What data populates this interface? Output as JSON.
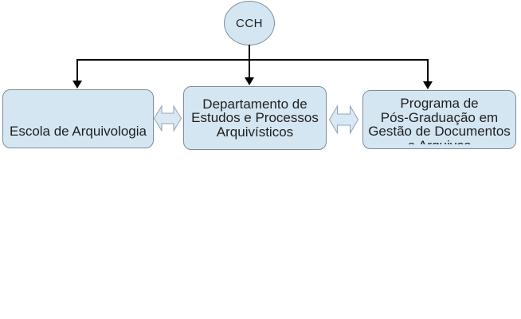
{
  "diagram": {
    "type": "org-chart",
    "root": {
      "label": "CCH"
    },
    "boxes": [
      {
        "name": "escola-de-arquivologia",
        "lines": [
          "Escola de Arquivologia"
        ]
      },
      {
        "name": "departamento-estudos-processos-arquivisticos",
        "lines": [
          "Departamento de",
          "Estudos e Processos",
          "Arquivísticos"
        ]
      },
      {
        "name": "programa-pos-graduacao-gestao-documentos",
        "lines": [
          "Programa de",
          "Pós-Graduação em",
          "Gestão de Documentos",
          "e Arquivos"
        ],
        "last_line_clipped": true
      }
    ],
    "colors": {
      "shape-fill": "#d4e6f1",
      "shape-border": "#7f8c99",
      "arrow-fill": "#d8e8f4",
      "arrow-border": "#93a4b1",
      "connector-line": "#000000",
      "text": "#1f1f1f",
      "background": "#ffffff"
    }
  }
}
